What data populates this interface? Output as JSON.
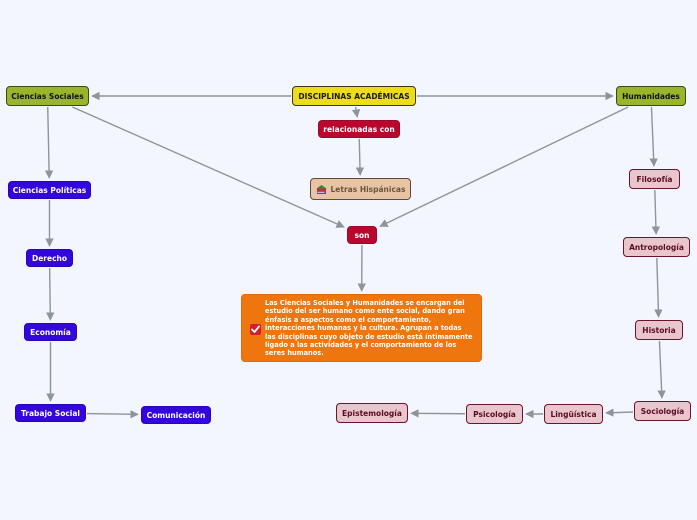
{
  "diagram": {
    "background": "#f3f6fe",
    "nodes": {
      "root": {
        "label": "DISCIPLINAS ACADÉMICAS"
      },
      "ciencias_sociales": {
        "label": "Ciencias Sociales"
      },
      "humanidades": {
        "label": "Humanidades"
      },
      "relacionadas_con": {
        "label": "relacionadas con"
      },
      "letras_hispanicas": {
        "label": "Letras Hispánicas",
        "icon": "books-icon"
      },
      "son": {
        "label": "son"
      },
      "ciencias_politicas": {
        "label": "Ciencias Políticas"
      },
      "derecho": {
        "label": "Derecho"
      },
      "economia": {
        "label": "Economía"
      },
      "trabajo_social": {
        "label": "Trabajo Social"
      },
      "comunicacion": {
        "label": "Comunicación"
      },
      "filosofia": {
        "label": "Filosofía"
      },
      "antropologia": {
        "label": "Antropología"
      },
      "historia": {
        "label": "Historia"
      },
      "sociologia": {
        "label": "Sociología"
      },
      "linguistica": {
        "label": "Lingüística"
      },
      "psicologia": {
        "label": "Psicología"
      },
      "epistemologia": {
        "label": "Epistemología"
      }
    },
    "note": {
      "icon": "checkmark-icon",
      "text": "Las Ciencias Sociales y Humanidades se encargan del estudio del ser humano como ente social, dando gran énfasis a aspectos como el comportamiento, interacciones humanas y la cultura. Agrupan a todas las disciplinas  cuyo objeto de estudio está íntimamente ligado a las actividades y el comportamiento de los seres humanos."
    },
    "edges": [
      {
        "from": "root",
        "to": "ciencias_sociales"
      },
      {
        "from": "root",
        "to": "humanidades"
      },
      {
        "from": "root",
        "to": "relacionadas_con"
      },
      {
        "from": "relacionadas_con",
        "to": "letras_hispanicas"
      },
      {
        "from": "ciencias_sociales",
        "to": "son"
      },
      {
        "from": "humanidades",
        "to": "son"
      },
      {
        "from": "son",
        "to": "note"
      },
      {
        "from": "ciencias_sociales",
        "to": "ciencias_politicas"
      },
      {
        "from": "ciencias_politicas",
        "to": "derecho"
      },
      {
        "from": "derecho",
        "to": "economia"
      },
      {
        "from": "economia",
        "to": "trabajo_social"
      },
      {
        "from": "trabajo_social",
        "to": "comunicacion"
      },
      {
        "from": "humanidades",
        "to": "filosofia"
      },
      {
        "from": "filosofia",
        "to": "antropologia"
      },
      {
        "from": "antropologia",
        "to": "historia"
      },
      {
        "from": "historia",
        "to": "sociologia"
      },
      {
        "from": "sociologia",
        "to": "linguistica"
      },
      {
        "from": "linguistica",
        "to": "psicologia"
      },
      {
        "from": "psicologia",
        "to": "epistemologia"
      }
    ],
    "colors": {
      "root": "#ecdc1c",
      "branch": "#99b52b",
      "connector": "#b8082e",
      "social_sciences_children": "#3306dc",
      "humanities_children": "#e9c6cb",
      "letras": "#e9c4a4",
      "note": "#ef760f",
      "edge": "#8e949c"
    }
  }
}
